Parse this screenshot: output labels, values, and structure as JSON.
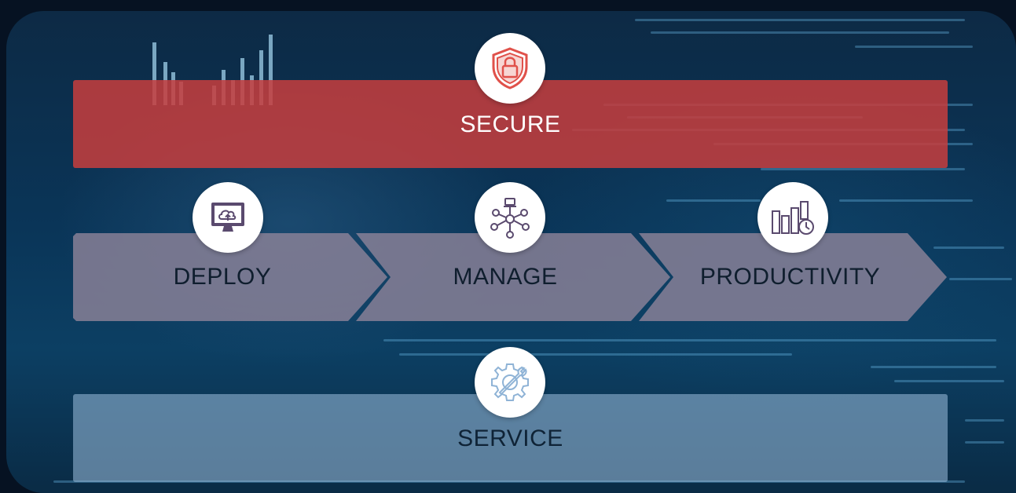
{
  "stages": {
    "secure": {
      "label": "SECURE",
      "icon": "shield-lock-icon"
    },
    "deploy": {
      "label": "DEPLOY",
      "icon": "monitor-cloud-upload-icon"
    },
    "manage": {
      "label": "MANAGE",
      "icon": "network-hub-icon"
    },
    "productivity": {
      "label": "PRODUCTIVITY",
      "icon": "bar-chart-clock-icon"
    },
    "service": {
      "label": "SERVICE",
      "icon": "gear-wrench-icon"
    }
  },
  "colors": {
    "secure_band": "#c63e3e",
    "service_band": "#96b9d7",
    "chevron_fill": "#8a8296",
    "icon_red": "#e0514a",
    "icon_purple": "#5a4a6e",
    "icon_blue": "#8fb3d6"
  }
}
